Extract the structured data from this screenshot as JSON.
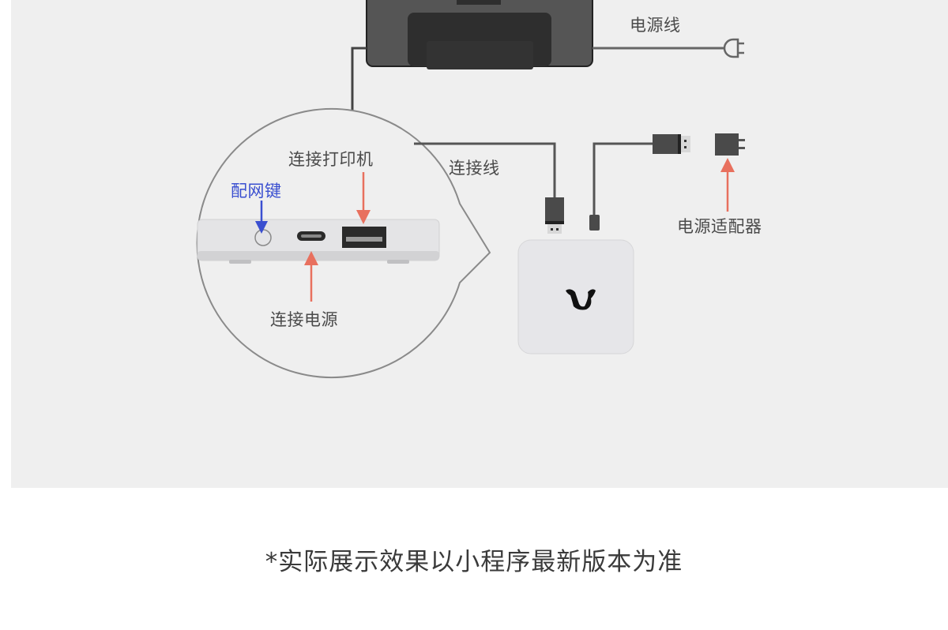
{
  "labels": {
    "power_cord": "电源线",
    "connect_printer": "连接打印机",
    "network_key": "配网键",
    "connect_cable": "连接线",
    "connect_power": "连接电源",
    "power_adapter": "电源适配器"
  },
  "footnote": "*实际展示效果以小程序最新版本为准",
  "colors": {
    "panel_bg": "#efefef",
    "printer_body": "#555555",
    "printer_inner": "#2e2e2e",
    "cable": "#555555",
    "arrow_red": "#e8705e",
    "arrow_blue": "#3a4fd0",
    "device_body": "#e6e6e9"
  },
  "icons": {
    "plug": "plug-icon",
    "usb": "usb-connector-icon",
    "micro_usb": "micro-usb-connector-icon",
    "adapter": "power-adapter-icon",
    "logo": "squirrel-logo-icon"
  }
}
